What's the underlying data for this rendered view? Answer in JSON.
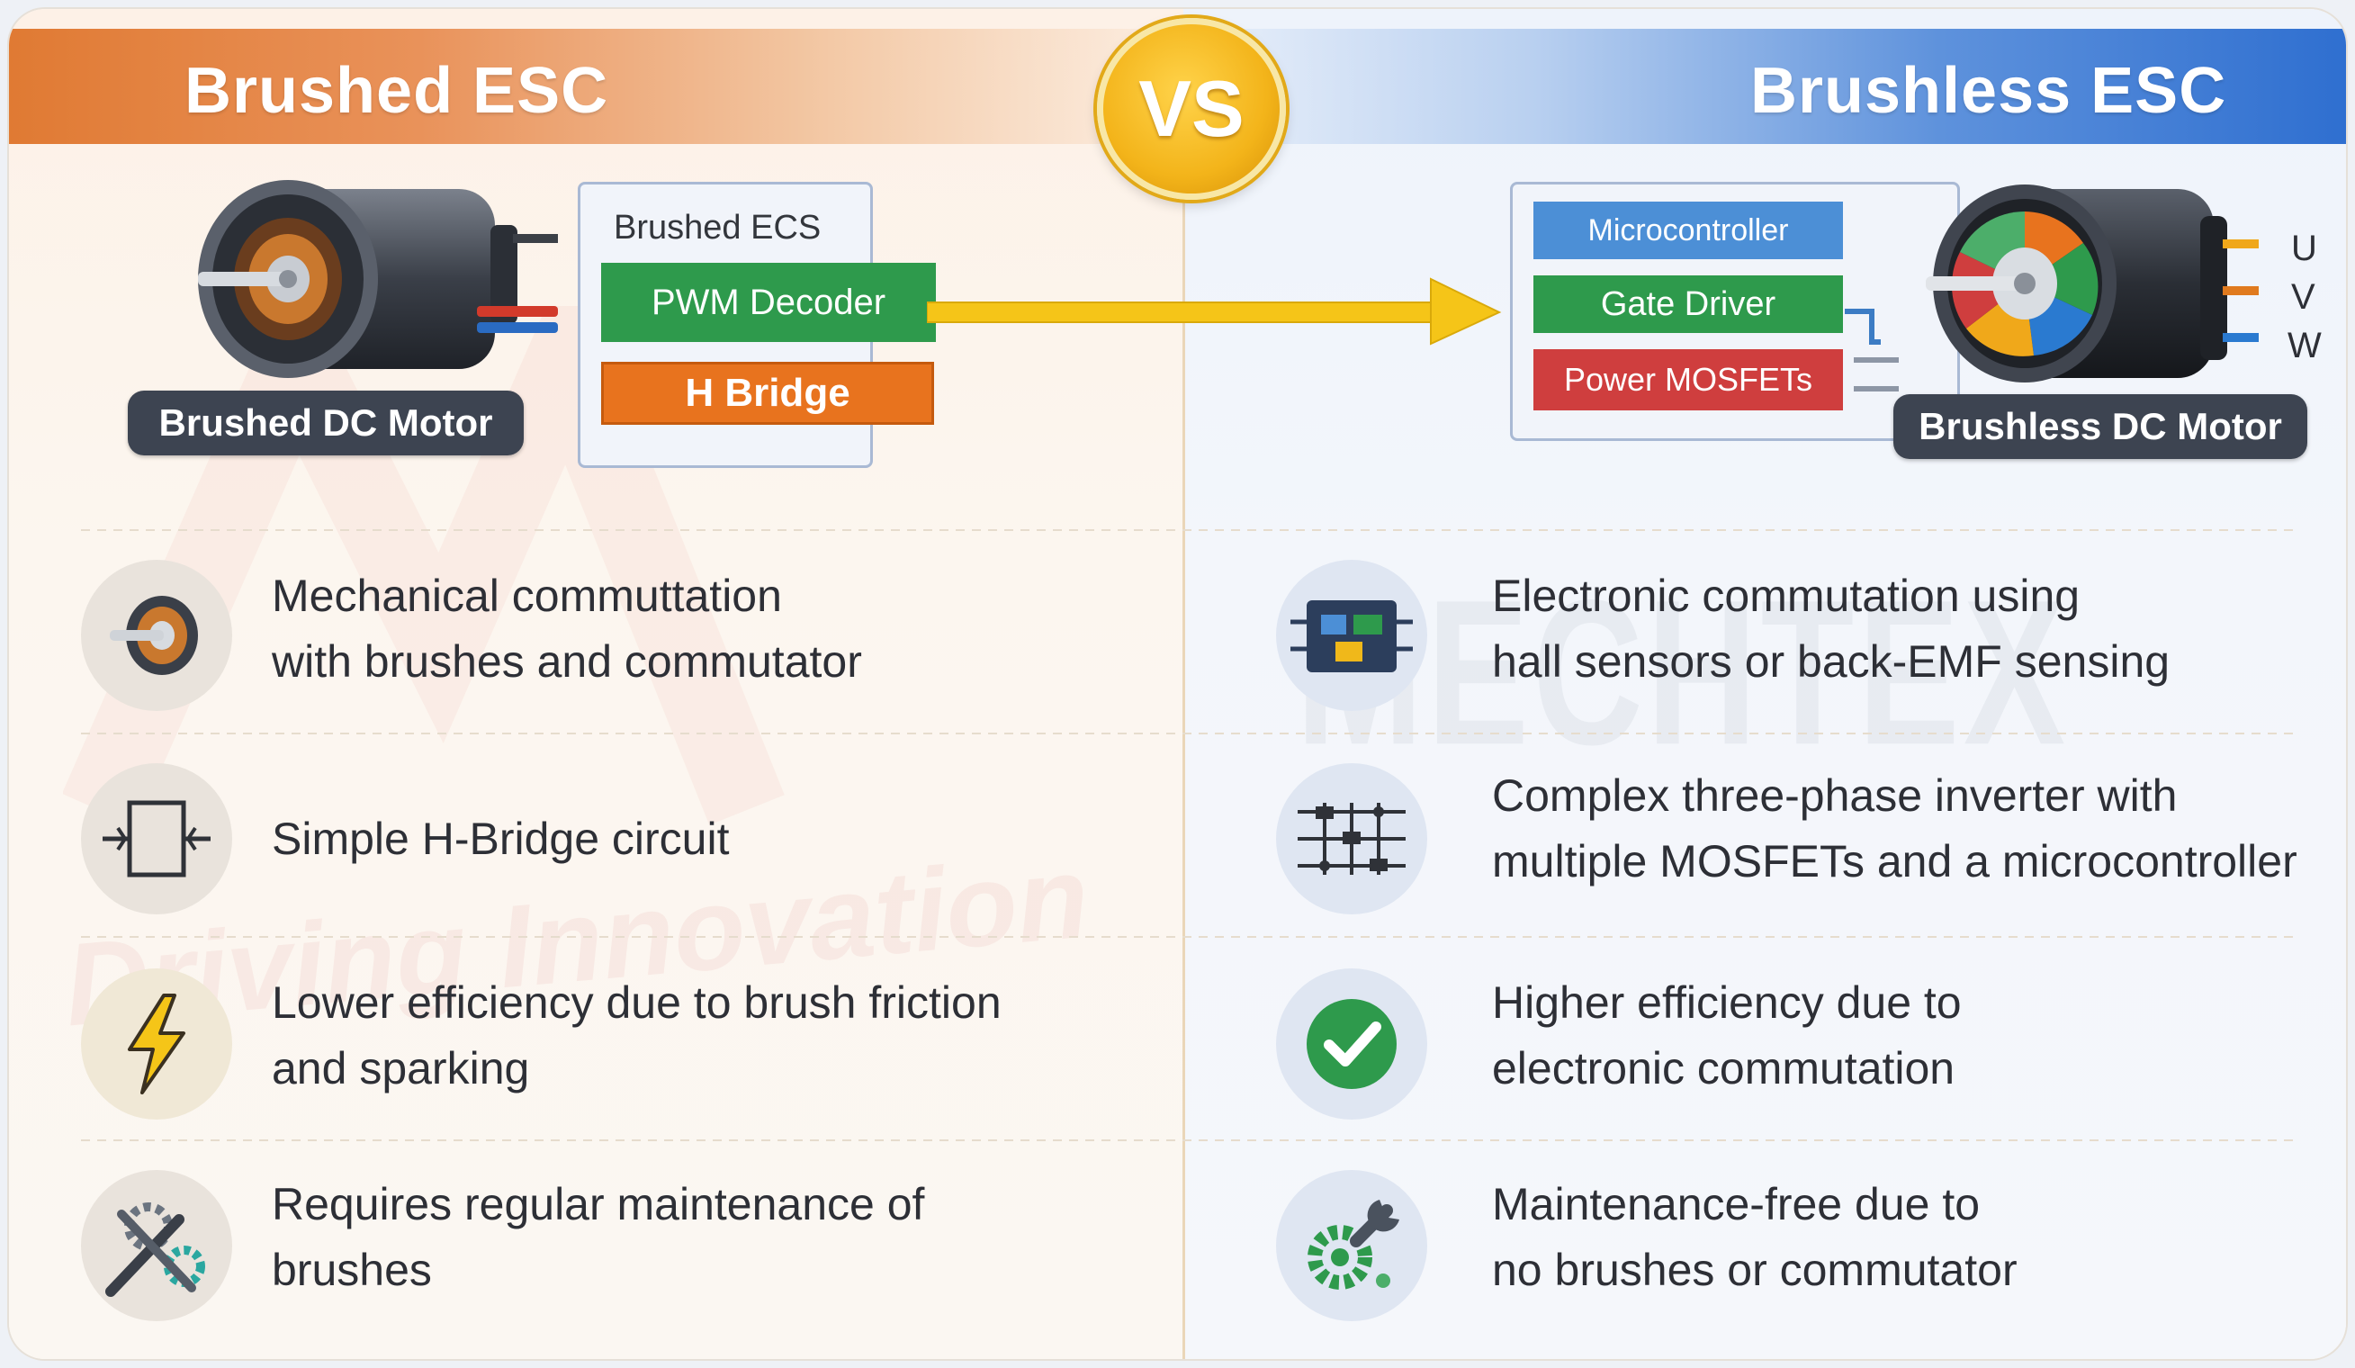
{
  "header": {
    "left_title": "Brushed ESC",
    "right_title": "Brushless ESC",
    "vs_label": "VS"
  },
  "brushed": {
    "motor_label": "Brushed DC Motor",
    "esc_box_title": "Brushed ECS",
    "chip_pwm": "PWM Decoder",
    "chip_hbridge": "H Bridge",
    "features": [
      {
        "line1": "Mechanical commuttation",
        "line2": "with brushes and commutator",
        "icon": "commutator-icon"
      },
      {
        "line1": "Simple H-Bridge circuit",
        "line2": "",
        "icon": "h-bridge-circuit-icon"
      },
      {
        "line1": "Lower efficiency due to brush friction",
        "line2": "and sparking",
        "icon": "lightning-icon"
      },
      {
        "line1": "Requires regular maintenance of",
        "line2": "brushes",
        "icon": "tools-gear-icon"
      }
    ]
  },
  "brushless": {
    "motor_label": "Brushless DC Motor",
    "chip_mcu": "Microcontroller",
    "chip_gate": "Gate Driver",
    "chip_mosfet": "Power MOSFETs",
    "phases": [
      "U",
      "V",
      "W"
    ],
    "features": [
      {
        "line1": "Electronic commutation using",
        "line2": "hall sensors or back-EMF sensing",
        "icon": "circuit-board-icon"
      },
      {
        "line1": "Complex three-phase inverter with",
        "line2": "multiple MOSFETs and a microcontroller",
        "icon": "inverter-circuit-icon"
      },
      {
        "line1": "Higher efficiency due to",
        "line2": "electronic commutation",
        "icon": "check-icon"
      },
      {
        "line1": "Maintenance-free due to",
        "line2": "no brushes or commutator",
        "icon": "gear-wrench-icon"
      }
    ]
  },
  "watermark": {
    "brand": "MECHTEX",
    "tagline": "Driving Innovation"
  },
  "colors": {
    "brushed_accent": "#e07a33",
    "brushless_accent": "#2f6fd0",
    "chip_green": "#2e9a4c",
    "chip_orange": "#e8731e",
    "chip_blue": "#4c8fd6",
    "chip_red": "#cf3e3e",
    "arrow_yellow": "#f5c518"
  }
}
